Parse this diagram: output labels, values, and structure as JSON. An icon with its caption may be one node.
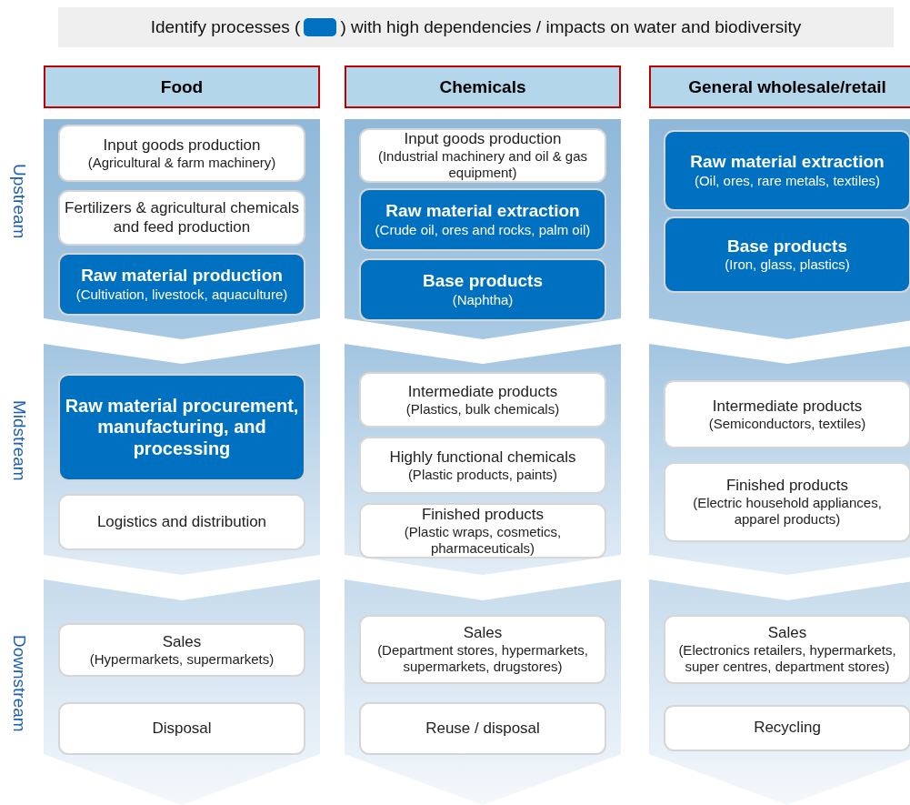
{
  "diagram": {
    "nodes": [
      {
        "text": [
          "Food"
        ]
      },
      {
        "text": [
          "Chemicals"
        ]
      },
      {
        "text": [
          "General wholesale/retail"
        ]
      },
      {
        "text": [],
        "shape": "chevron"
      },
      {
        "text": [
          "Input goods production",
          "(Agricultural & farm machinery)"
        ],
        "in": 3
      },
      {
        "text": [
          "Fertilizers & agricultural chemicals and feed production"
        ],
        "in": 3
      },
      {
        "text": [
          "Raw material production",
          "(Cultivation, livestock, aquaculture)"
        ],
        "in": 3
      },
      {
        "text": [],
        "shape": "chevron"
      },
      {
        "text": [
          "Input goods production",
          "(Industrial machinery and oil & gas equipment)"
        ],
        "in": 7
      },
      {
        "text": [
          "Raw material extraction",
          "(Crude oil, ores and rocks, palm oil)"
        ],
        "in": 7
      },
      {
        "text": [
          "Base products",
          "(Naphtha)"
        ],
        "in": 7
      },
      {
        "text": [],
        "shape": "chevron"
      },
      {
        "text": [
          "Raw material extraction",
          "(Oil, ores, rare metals, textiles)"
        ],
        "in": 11
      },
      {
        "text": [
          "Base products",
          "(Iron, glass, plastics)"
        ],
        "in": 11
      },
      {
        "text": [],
        "shape": "chevron"
      },
      {
        "text": [
          "Raw material procurement, manufacturing, and processing"
        ],
        "in": 14
      },
      {
        "text": [
          "Logistics and distribution"
        ],
        "in": 14
      },
      {
        "text": [],
        "shape": "chevron"
      },
      {
        "text": [
          "Intermediate products",
          "(Plastics, bulk chemicals)"
        ],
        "in": 17
      },
      {
        "text": [
          "Highly functional chemicals",
          "(Plastic products, paints)"
        ],
        "in": 17
      },
      {
        "text": [
          "Finished products",
          "(Plastic wraps, cosmetics, pharmaceuticals)"
        ],
        "in": 17
      },
      {
        "text": [],
        "shape": "chevron"
      },
      {
        "text": [
          "Intermediate products",
          "(Semiconductors, textiles)"
        ],
        "in": 21
      },
      {
        "text": [
          "Finished products",
          "(Electric household appliances, apparel products)"
        ],
        "in": 21
      },
      {
        "text": [],
        "shape": "chevron"
      },
      {
        "text": [
          "Sales",
          "(Hypermarkets, supermarkets)"
        ],
        "in": 24
      },
      {
        "text": [
          "Disposal"
        ],
        "in": 24
      },
      {
        "text": [],
        "shape": "chevron"
      },
      {
        "text": [
          "Sales",
          "(Department stores, hypermarkets, supermarkets, drugstores)"
        ],
        "in": 27
      },
      {
        "text": [
          "Reuse / disposal"
        ],
        "in": 27
      },
      {
        "text": [],
        "shape": "chevron"
      },
      {
        "text": [
          "Sales",
          "(Electronics retailers, hypermarkets, super centres, department stores)"
        ],
        "in": 30
      },
      {
        "text": [
          "Recycling"
        ],
        "in": 30
      }
    ],
    "labels": [
      "Identify processes (",
      ") with high dependencies / impacts on water and biodiversity",
      "Upstream",
      "Midstream",
      "Downstream"
    ]
  }
}
